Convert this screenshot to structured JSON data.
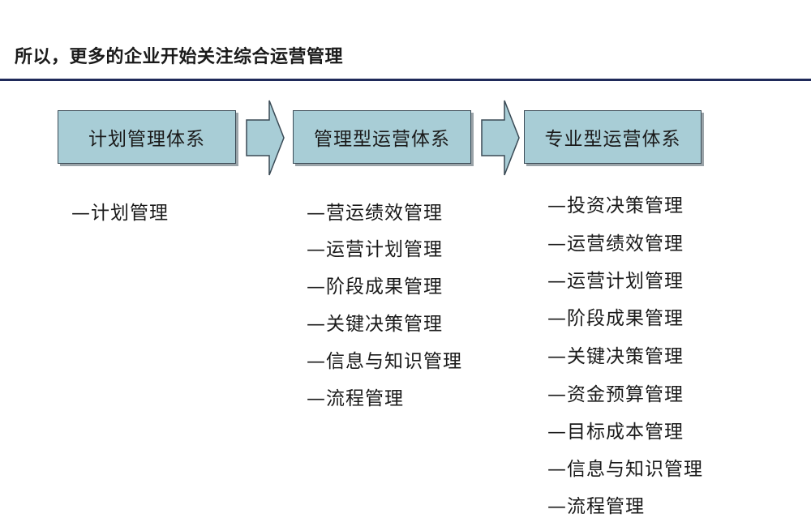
{
  "page": {
    "title": "所以，更多的企业开始关注综合运营管理"
  },
  "stages": [
    {
      "label": "计划管理体系",
      "items": [
        "—计划管理"
      ]
    },
    {
      "label": "管理型运营体系",
      "items": [
        "—营运绩效管理",
        "—运营计划管理",
        "—阶段成果管理",
        "—关键决策管理",
        "—信息与知识管理",
        "—流程管理"
      ]
    },
    {
      "label": "专业型运营体系",
      "items": [
        "—投资决策管理",
        "—运营绩效管理",
        "—运营计划管理",
        "—阶段成果管理",
        "—关键决策管理",
        "—资金预算管理",
        "—目标成本管理",
        "—信息与知识管理",
        "—流程管理"
      ]
    }
  ],
  "colors": {
    "box_fill": "#a8cdd6",
    "box_border": "#3a4a55",
    "arrow_fill": "#a8cdd6",
    "rule": "#1f2a5a"
  }
}
